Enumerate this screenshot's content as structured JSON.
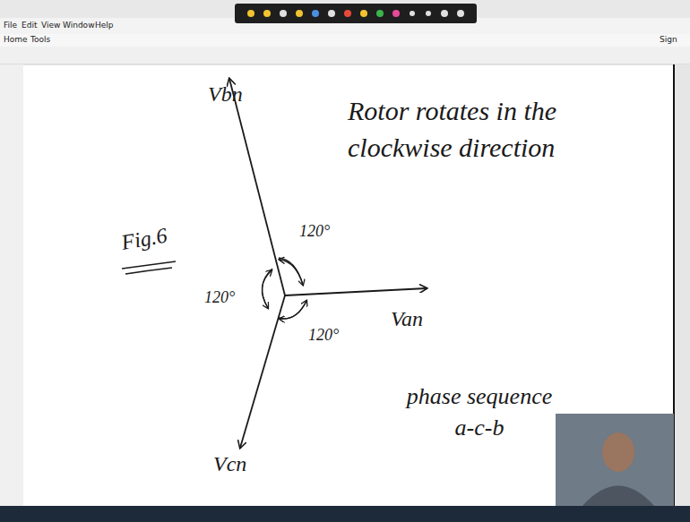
{
  "diagram": {
    "labels": [
      "File",
      "Edit",
      "View",
      "Window",
      "Help",
      "Home",
      "Tools",
      "Sign",
      "Vbn",
      "Rotor rotates in the clockwise direction",
      "Fig.6",
      "120°",
      "120°",
      "120°",
      "Van",
      "Vcn",
      "phase sequence a-c-b"
    ]
  }
}
